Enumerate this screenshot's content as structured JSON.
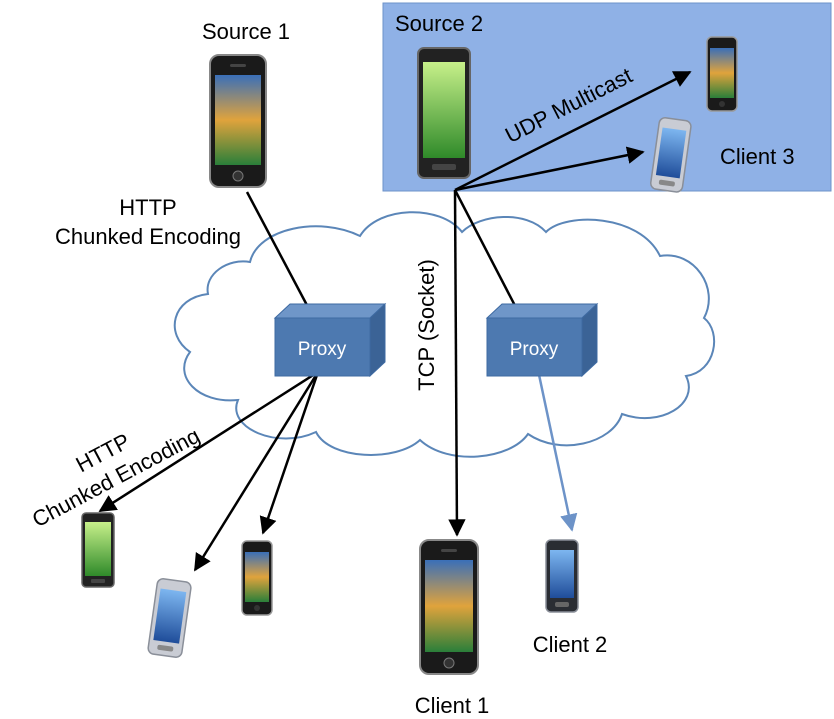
{
  "labels": {
    "source1": "Source 1",
    "source2": "Source 2",
    "client1": "Client 1",
    "client2": "Client 2",
    "client3": "Client 3"
  },
  "edges": {
    "http_top_line1": "HTTP",
    "http_top_line2": "Chunked Encoding",
    "http_bottom_line1": "HTTP",
    "http_bottom_line2": "Chunked Encoding",
    "udp": "UDP Multicast",
    "tcp": "TCP (Socket)"
  },
  "proxies": {
    "left": "Proxy",
    "right": "Proxy"
  },
  "colors": {
    "cloud_fill": "#ffffff",
    "cloud_stroke": "#5b86b8",
    "source2_box": "#8fb1e6",
    "proxy_front": "#4d79b0",
    "proxy_top": "#6f96c8",
    "proxy_side": "#3b6396",
    "arrow_black": "#000000",
    "arrow_blue": "#6d93c8"
  },
  "icons": [
    "smartphone-icon"
  ]
}
